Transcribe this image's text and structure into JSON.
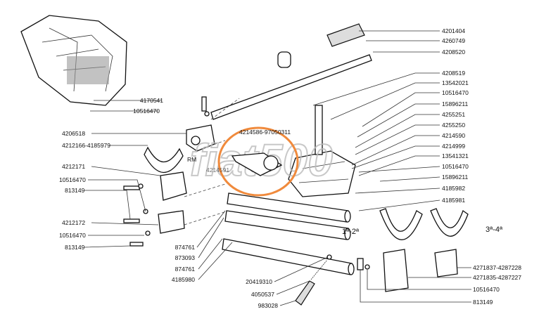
{
  "diagram": {
    "watermark": "fiat500",
    "highlight_color": "#f08a3c",
    "right_labels": [
      "4201404",
      "4260749",
      "4208520",
      "4208519",
      "13542021",
      "10516470",
      "15896211",
      "4255251",
      "4255250",
      "4214590",
      "4214999",
      "13541321",
      "10516470",
      "15896211",
      "4185982",
      "4185981"
    ],
    "left_labels": [
      "4170541",
      "10516470",
      "4206518",
      "4212166-4185979",
      "4212171",
      "10516470",
      "813149",
      "4212172",
      "10516470",
      "813149"
    ],
    "center_labels": {
      "assembly": "4214586-97050311",
      "partial": "4214591",
      "rm": "RM"
    },
    "bottom_left_labels": [
      "874761",
      "873093",
      "874761",
      "4185980"
    ],
    "spring_labels": [
      "20419310",
      "4050537",
      "983028"
    ],
    "fork_labels": {
      "first_second": "1ª-2ª",
      "third_fourth": "3ª-4ª"
    },
    "bottom_right_labels": [
      "4271837-4287228",
      "4271835-4287227",
      "10516470",
      "813149"
    ]
  }
}
